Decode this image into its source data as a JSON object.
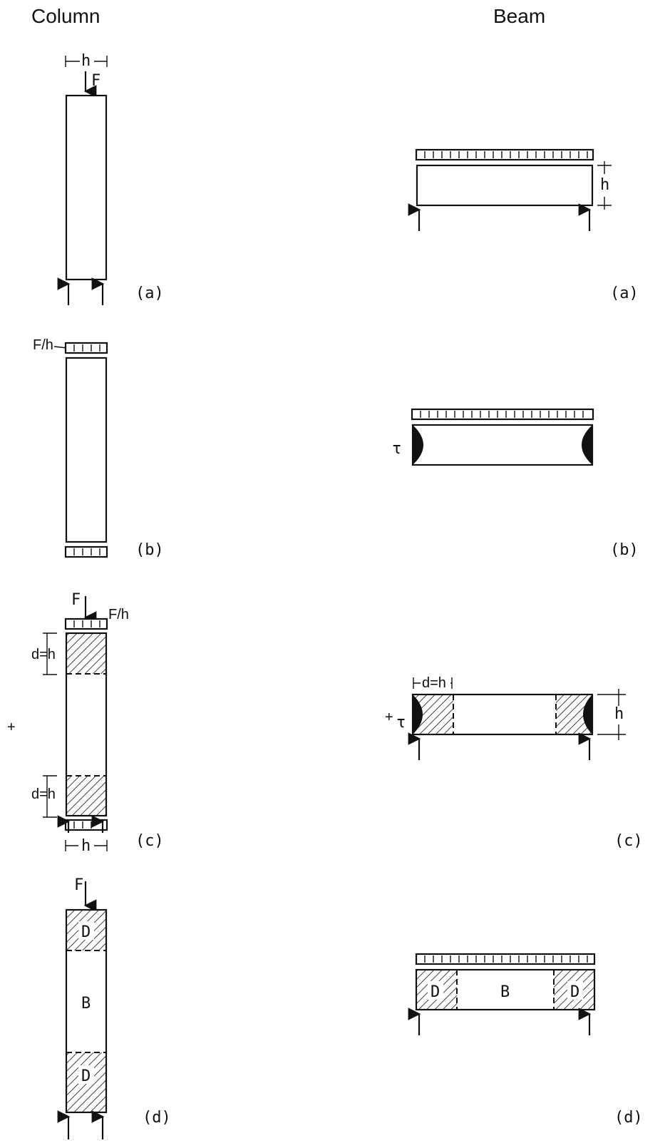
{
  "headers": {
    "column": "Column",
    "beam": "Beam"
  },
  "panel_labels": {
    "a": "(a)",
    "b": "(b)",
    "c": "(c)",
    "d": "(d)"
  },
  "symbols": {
    "h": "h",
    "F": "F",
    "F_over_h": "F/h",
    "d_eq_h": "d=h",
    "tau": "τ",
    "plus": "+",
    "region_D": "D",
    "region_B": "B"
  }
}
